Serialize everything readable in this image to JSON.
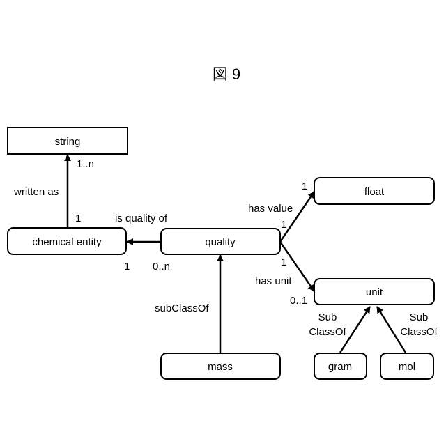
{
  "figure_label": "図 9",
  "nodes": {
    "string": "string",
    "chemical_entity": "chemical entity",
    "quality": "quality",
    "float": "float",
    "unit": "unit",
    "mass": "mass",
    "gram": "gram",
    "mol": "mol"
  },
  "edges": {
    "written_as": {
      "label": "written as",
      "source_mult": "1",
      "target_mult": "1..n"
    },
    "is_quality_of": {
      "label": "is quality of",
      "source_mult": "0..n",
      "target_mult": "1"
    },
    "has_value": {
      "label": "has value",
      "source_mult": "1",
      "target_mult": "1"
    },
    "has_unit": {
      "label": "has unit",
      "source_mult": "1",
      "target_mult": "0..1"
    },
    "mass_subclass": {
      "label": "subClassOf"
    },
    "gram_subclass": {
      "label_line1": "Sub",
      "label_line2": "ClassOf"
    },
    "mol_subclass": {
      "label_line1": "Sub",
      "label_line2": "ClassOf"
    }
  }
}
